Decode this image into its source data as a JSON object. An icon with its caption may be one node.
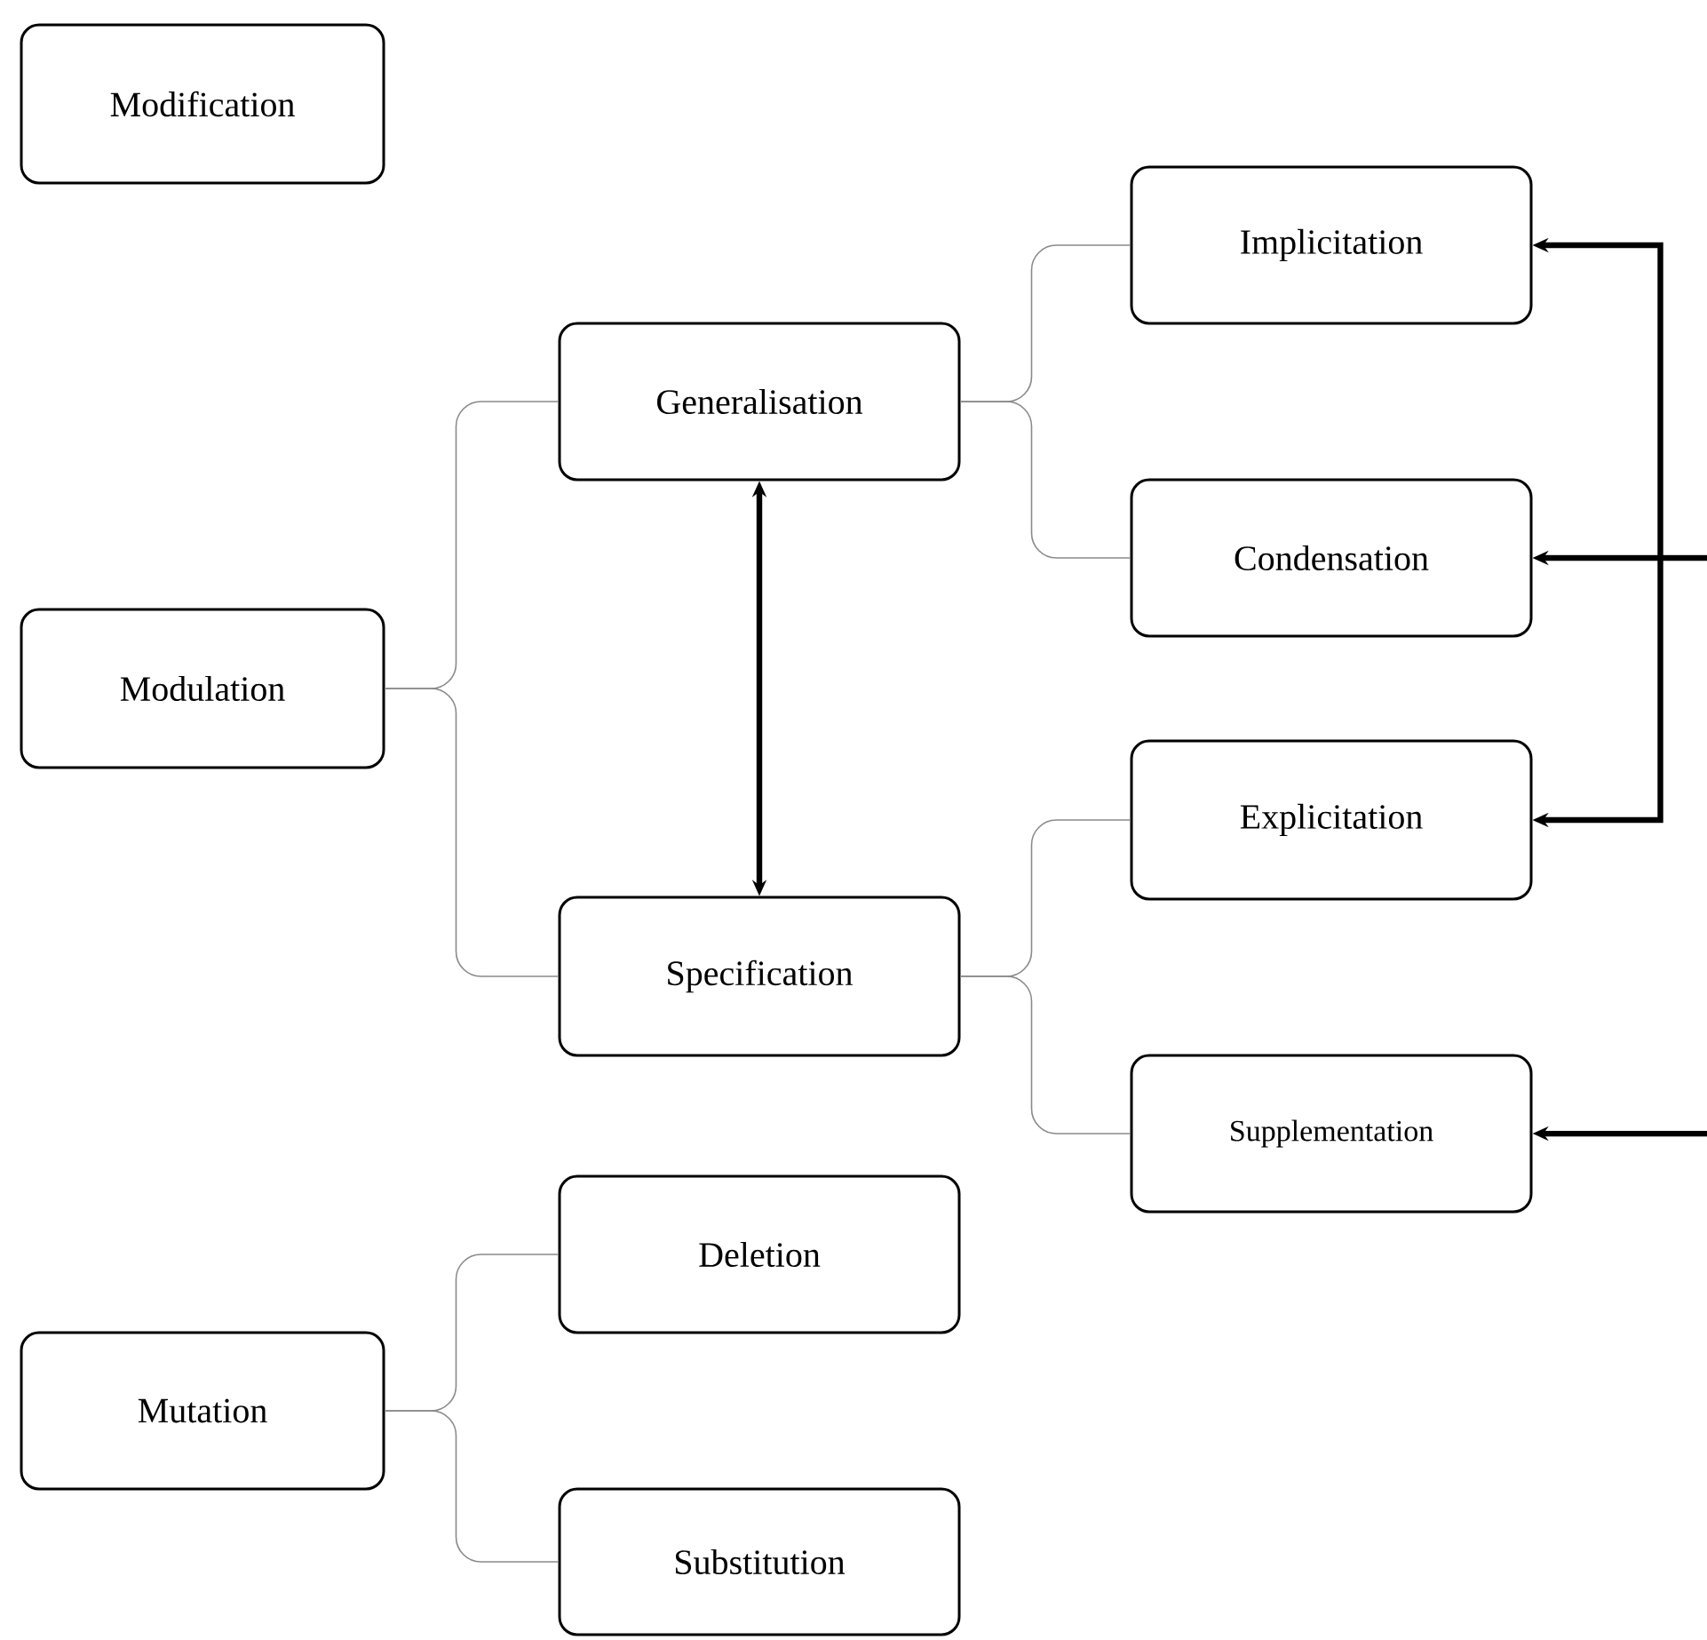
{
  "diagram": {
    "nodes": [
      {
        "text": [
          "Modification"
        ]
      },
      {
        "text": [
          "Modulation"
        ]
      },
      {
        "text": [
          "Generalisation"
        ]
      },
      {
        "text": [
          "Specification"
        ]
      },
      {
        "text": [
          "Implicitation"
        ]
      },
      {
        "text": [
          "Condensation"
        ]
      },
      {
        "text": [
          "Explicitation"
        ]
      },
      {
        "text": [
          "Supplementation"
        ]
      },
      {
        "text": [
          "Mutation"
        ]
      },
      {
        "text": [
          "Deletion"
        ]
      },
      {
        "text": [
          "Substitution"
        ]
      }
    ],
    "edges": [
      {
        "from": 1,
        "to": 2,
        "arrow": "none"
      },
      {
        "from": 1,
        "to": 3,
        "arrow": "none"
      },
      {
        "from": 2,
        "to": 4,
        "arrow": "none"
      },
      {
        "from": 2,
        "to": 5,
        "arrow": "none"
      },
      {
        "from": 3,
        "to": 6,
        "arrow": "none"
      },
      {
        "from": 3,
        "to": 7,
        "arrow": "none"
      },
      {
        "from": 8,
        "to": 9,
        "arrow": "none"
      },
      {
        "from": 8,
        "to": 10,
        "arrow": "none"
      },
      {
        "from": 2,
        "to": 3,
        "arrow": "both",
        "style": "thick",
        "color": "#000000"
      },
      {
        "from": 4,
        "to": 6,
        "arrow": "both",
        "style": "thick",
        "color": "#000000"
      },
      {
        "from": null,
        "to": 5,
        "arrow": "to",
        "style": "thick",
        "color": "#000000"
      },
      {
        "from": null,
        "to": 7,
        "arrow": "to",
        "style": "thick",
        "color": "#000000"
      }
    ]
  }
}
